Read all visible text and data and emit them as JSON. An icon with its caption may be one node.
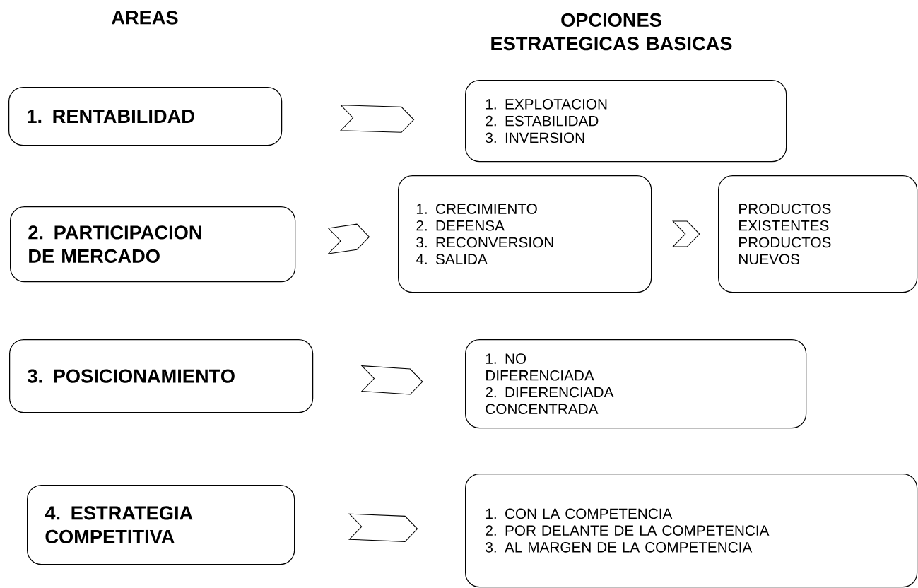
{
  "diagram": {
    "nodes": [
      {
        "text": [
          "1. RENTABILIDAD"
        ]
      },
      {
        "text": [
          "1. EXPLOTACION",
          "2. ESTABILIDAD",
          "3. INVERSION"
        ]
      },
      {
        "text": [
          "2. PARTICIPACION DE MERCADO"
        ]
      },
      {
        "text": [
          "1. CRECIMIENTO",
          "2. DEFENSA",
          "3. RECONVERSION",
          "4. SALIDA"
        ]
      },
      {
        "text": [
          "PRODUCTOS EXISTENTES",
          "PRODUCTOS NUEVOS"
        ]
      },
      {
        "text": [
          "3. POSICIONAMIENTO"
        ]
      },
      {
        "text": [
          "1. NO DIFERENCIADA",
          "2. DIFERENCIADA CONCENTRADA"
        ]
      },
      {
        "text": [
          "4. ESTRATEGIA COMPETITIVA"
        ]
      },
      {
        "text": [
          "1. CON LA COMPETENCIA",
          "2. POR DELANTE DE LA COMPETENCIA",
          "3. AL MARGEN DE LA COMPETENCIA"
        ]
      }
    ],
    "edges": [
      {
        "from": 0,
        "to": 1,
        "arrow": "to"
      },
      {
        "from": 2,
        "to": 3,
        "arrow": "to"
      },
      {
        "from": 3,
        "to": 4,
        "arrow": "to"
      },
      {
        "from": 5,
        "to": 6,
        "arrow": "to"
      },
      {
        "from": 7,
        "to": 8,
        "arrow": "to"
      }
    ],
    "labels": [
      "AREAS",
      "OPCIONES ESTRATEGICAS BASICAS"
    ]
  }
}
